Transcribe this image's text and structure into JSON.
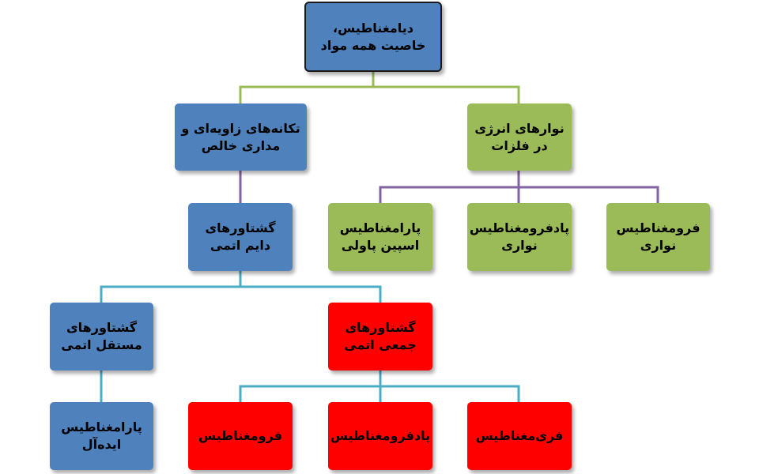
{
  "nodes": {
    "root": {
      "line1": "دیامغناطیس،",
      "line2": "خاصیت همه مواد",
      "color": "#4f81bd"
    },
    "energy_bands": {
      "line1": "نوارهای انرژی",
      "line2": "در فلزات",
      "color": "#9bbb59"
    },
    "net_angular": {
      "line1": "تکانه‌های زاویه‌ای و",
      "line2": "مداری خالص",
      "color": "#4f81bd"
    },
    "band_ferro": {
      "line1": "فرومغناطیس",
      "line2": "نواری",
      "color": "#9bbb59"
    },
    "band_antiferro": {
      "line1": "پادفرومغناطیس",
      "line2": "نواری",
      "color": "#9bbb59"
    },
    "pauli_para": {
      "line1": "پارامغناطیس",
      "line2": "اسپین پاولی",
      "color": "#9bbb59"
    },
    "permanent_moments": {
      "line1": "گشتاورهای",
      "line2": "دایم اتمی",
      "color": "#4f81bd"
    },
    "collective_moments": {
      "line1": "گشتاورهای",
      "line2": "جمعی اتمی",
      "color": "#ff0000"
    },
    "independent_moments": {
      "line1": "گشتاورهای",
      "line2": "مستقل اتمی",
      "color": "#4f81bd"
    },
    "ferri": {
      "line1": "فری‌مغناطیس",
      "color": "#ff0000"
    },
    "antiferro": {
      "line1": "پادفرومغناطیس",
      "color": "#ff0000"
    },
    "ferro": {
      "line1": "فرومغناطیس",
      "color": "#ff0000"
    },
    "ideal_para": {
      "line1": "پارامغناطیس",
      "line2": "ایده‌آل",
      "color": "#4f81bd"
    }
  },
  "connector_colors": {
    "root_branch": "#9bbb59",
    "band_branch": "#8064a2",
    "moment_branch": "#4bacc6"
  }
}
